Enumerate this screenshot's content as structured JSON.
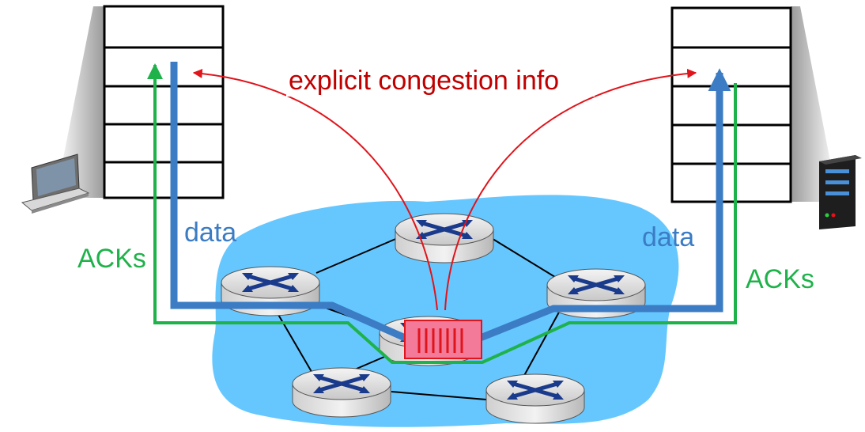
{
  "labels": {
    "congestion": "explicit congestion info",
    "data_left": "data",
    "data_right": "data",
    "acks_left": "ACKs",
    "acks_right": "ACKs"
  },
  "colors": {
    "network_cloud": "#66C7FF",
    "data_path": "#3B7CC4",
    "ack_path": "#1FB24A",
    "congestion": "#E0141B",
    "router_queue": "#F47A9A",
    "stack_border": "#000000"
  },
  "icons": [
    "laptop-icon",
    "server-icon",
    "router-icon",
    "queue-icon"
  ]
}
